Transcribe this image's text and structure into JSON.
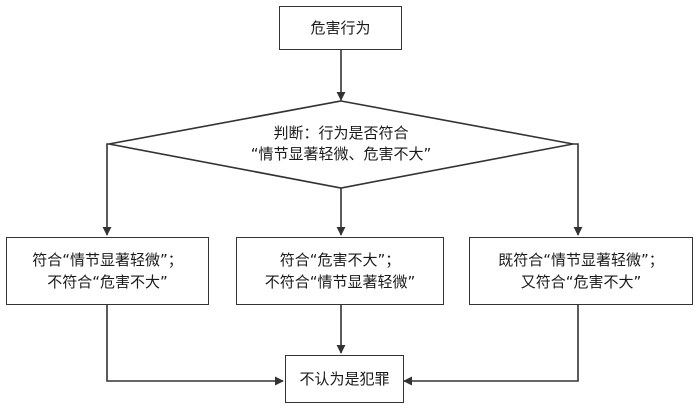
{
  "flowchart": {
    "start": {
      "label": "危害行为"
    },
    "decision": {
      "line1": "判断：行为是否符合",
      "line2": "“情节显著轻微、危害不大”"
    },
    "case_left": {
      "line1": "符合“情节显著轻微”；",
      "line2": "不符合“危害不大”"
    },
    "case_middle": {
      "line1": "符合“危害不大”；",
      "line2": "不符合“情节显著轻微”"
    },
    "case_right": {
      "line1": "既符合“情节显著轻微”；",
      "line2": "又符合“危害不大”"
    },
    "result": {
      "label": "不认为是犯罪"
    }
  },
  "colors": {
    "stroke": "#333333",
    "text": "#1a1a1a",
    "background": "#ffffff"
  }
}
